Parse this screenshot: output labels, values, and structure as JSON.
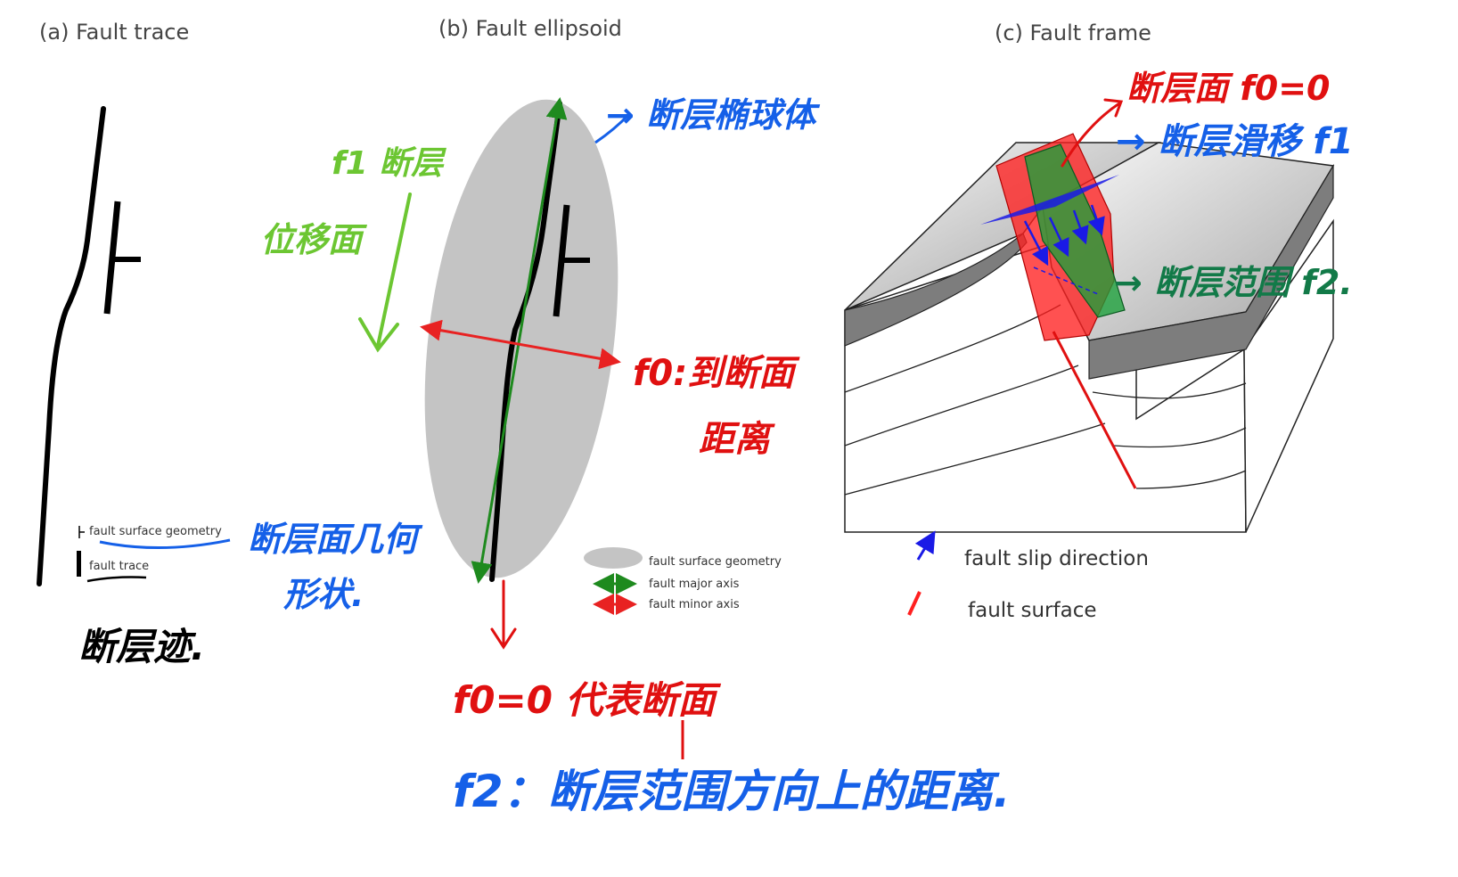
{
  "panels": {
    "a": {
      "title": "(a) Fault trace",
      "legend": {
        "geometry": "fault surface geometry",
        "trace": "fault trace"
      }
    },
    "b": {
      "title": "(b) Fault ellipsoid",
      "legend": {
        "geometry": "fault surface geometry",
        "major": "fault major axis",
        "minor": "fault minor axis"
      }
    },
    "c": {
      "title": "(c) Fault frame",
      "legend": {
        "slip": "fault slip direction",
        "surface": "fault surface"
      }
    }
  },
  "annotations": {
    "ellipsoid": "→ 断层椭球体",
    "f1": "f1 断层",
    "f1_line2": "位移面",
    "f0_line1": "f0:到断面",
    "f0_line2": "距离",
    "geometry_line1": "断层面几何",
    "geometry_line2": "形状.",
    "trace": "断层迹.",
    "f0_zero": "f0=0 代表断面",
    "f2_desc": "f2：断层范围方向上的距离.",
    "c_surface": "断层面 f0=0",
    "c_slip": "→ 断层滑移 f1",
    "c_extent": "→ 断层范围 f2."
  },
  "colors": {
    "annotation_blue": "#1560e8",
    "annotation_red": "#e01010",
    "annotation_green": "#6cc632",
    "annotation_dark_green": "#127a48",
    "ellipse_fill": "#c4c4c4",
    "major_axis": "#1e8a1e",
    "minor_axis": "#e82222",
    "fault_surface": "#ff2020",
    "slip_direction": "#1a1ae6"
  }
}
